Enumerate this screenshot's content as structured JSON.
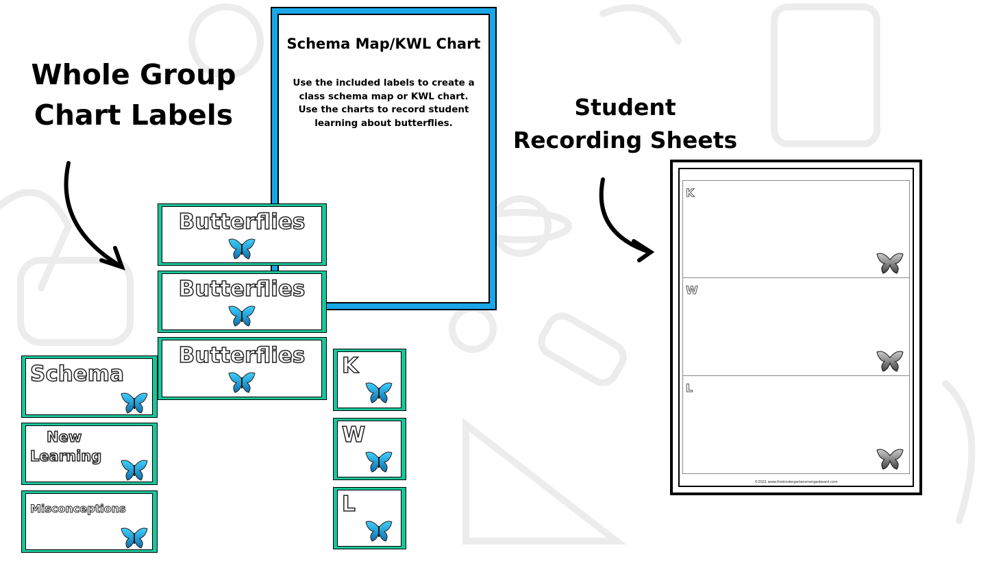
{
  "left_heading": {
    "line1": "Whole Group",
    "line2": "Chart Labels"
  },
  "right_heading": {
    "line1": "Student",
    "line2": "Recording Sheets"
  },
  "info_card": {
    "title": "Schema Map/KWL Chart",
    "body": "Use the included labels to create a class schema map or KWL chart. Use the charts to record student learning about butterflies.",
    "border_color": "#1aa6e8"
  },
  "labels": {
    "butterflies": [
      "Butterflies",
      "Butterflies",
      "Butterflies"
    ],
    "schema": [
      "Schema",
      "New",
      "Learning",
      "Misconceptions"
    ],
    "kwl": [
      "K",
      "W",
      "L"
    ],
    "border_color": "#1cc49a"
  },
  "sheet": {
    "sections": [
      "K",
      "W",
      "L"
    ],
    "footer": "©2021 www.thekindergartensmorgasboard.com"
  }
}
